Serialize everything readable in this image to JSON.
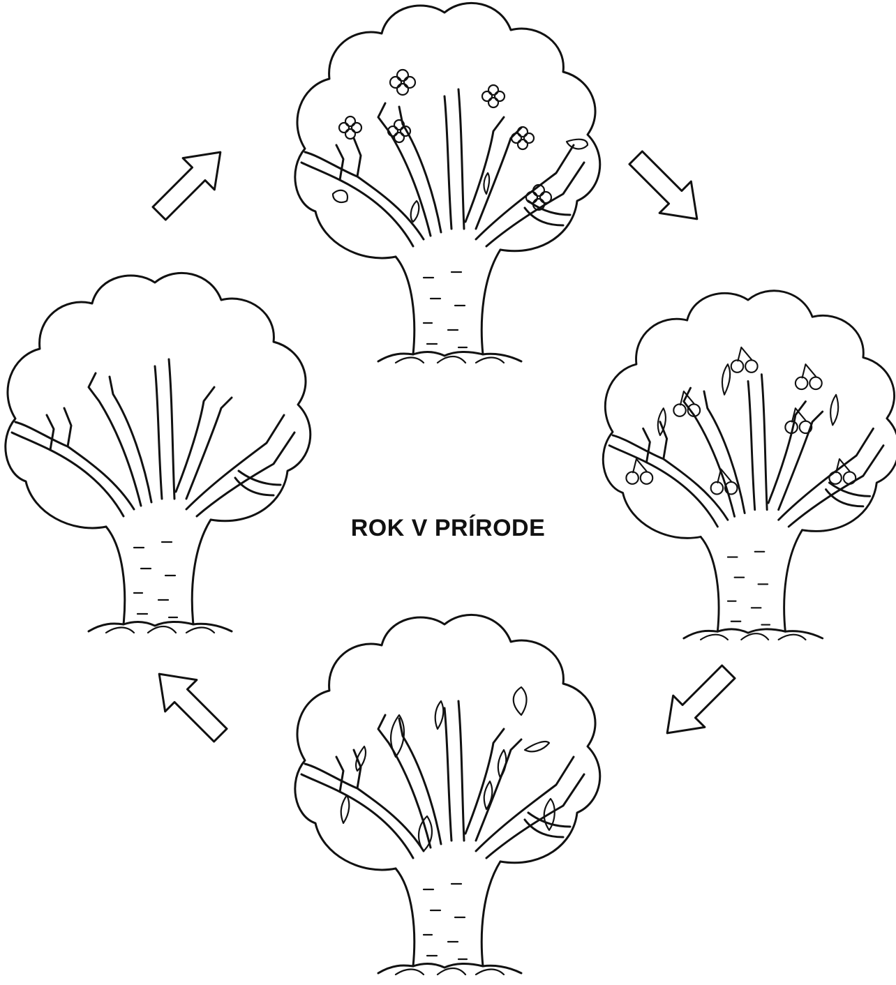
{
  "title": "ROK V PRÍRODE",
  "trees": [
    {
      "id": "winter",
      "decoration": "none"
    },
    {
      "id": "spring",
      "decoration": "flowers"
    },
    {
      "id": "summer",
      "decoration": "cherries"
    },
    {
      "id": "autumn",
      "decoration": "leaves"
    }
  ],
  "arrows": [
    "winter-to-spring",
    "spring-to-summer",
    "summer-to-autumn",
    "autumn-to-winter"
  ],
  "colors": {
    "ink": "#111111",
    "background": "#ffffff"
  }
}
